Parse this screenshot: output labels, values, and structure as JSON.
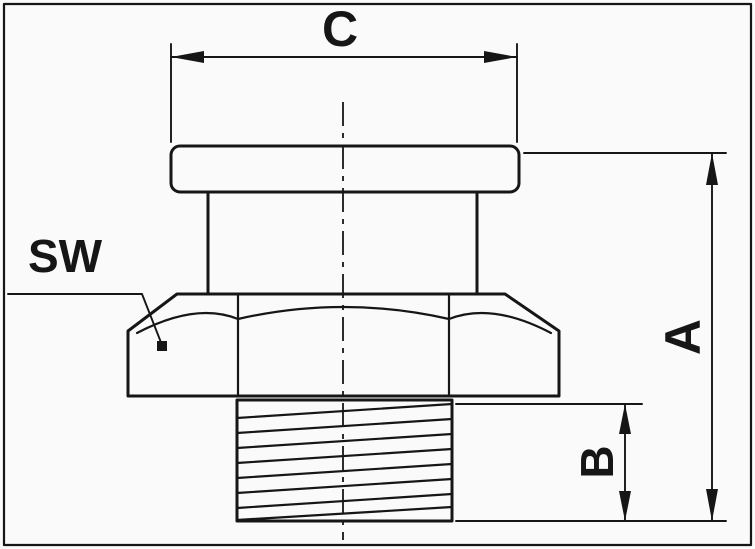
{
  "labels": {
    "top_diameter": "C",
    "wrench_size": "SW",
    "overall_height": "A",
    "thread_length": "B"
  },
  "colors": {
    "line": "#161616",
    "background": "#fafafa"
  }
}
